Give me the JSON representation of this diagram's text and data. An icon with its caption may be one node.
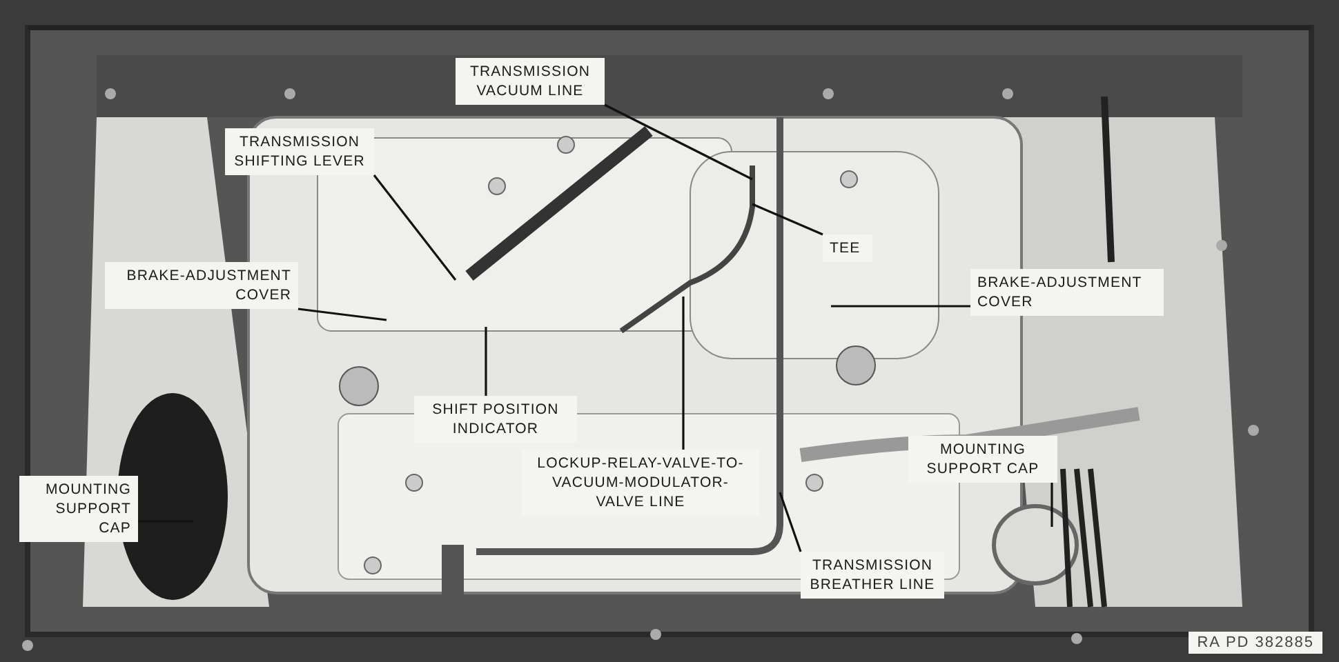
{
  "diagram": {
    "nodes": [
      {
        "text": [
          "TRANSMISSION VACUUM LINE"
        ]
      },
      {
        "text": [
          "TRANSMISSION SHIFTING LEVER"
        ]
      },
      {
        "text": [
          "TEE"
        ]
      },
      {
        "text": [
          "BRAKE-ADJUSTMENT COVER"
        ]
      },
      {
        "text": [
          "BRAKE-ADJUSTMENT COVER"
        ]
      },
      {
        "text": [
          "SHIFT POSITION INDICATOR"
        ]
      },
      {
        "text": [
          "LOCKUP-RELAY-VALVE-TO-VACUUM-MODULATOR-VALVE LINE"
        ]
      },
      {
        "text": [
          "MOUNTING SUPPORT CAP"
        ]
      },
      {
        "text": [
          "MOUNTING SUPPORT CAP"
        ]
      },
      {
        "text": [
          "TRANSMISSION BREATHER LINE"
        ]
      }
    ],
    "edges": [
      {
        "from": 0,
        "to": null,
        "arrow": "none"
      },
      {
        "from": 1,
        "to": null,
        "arrow": "none"
      },
      {
        "from": 2,
        "to": null,
        "arrow": "none"
      },
      {
        "from": 3,
        "to": null,
        "arrow": "none"
      },
      {
        "from": 4,
        "to": null,
        "arrow": "none"
      },
      {
        "from": 5,
        "to": null,
        "arrow": "none"
      },
      {
        "from": 6,
        "to": null,
        "arrow": "none"
      },
      {
        "from": 7,
        "to": null,
        "arrow": "none"
      },
      {
        "from": 8,
        "to": null,
        "arrow": "none"
      },
      {
        "from": 9,
        "to": null,
        "arrow": "none"
      }
    ],
    "labels": [
      "RA PD 382885"
    ]
  }
}
